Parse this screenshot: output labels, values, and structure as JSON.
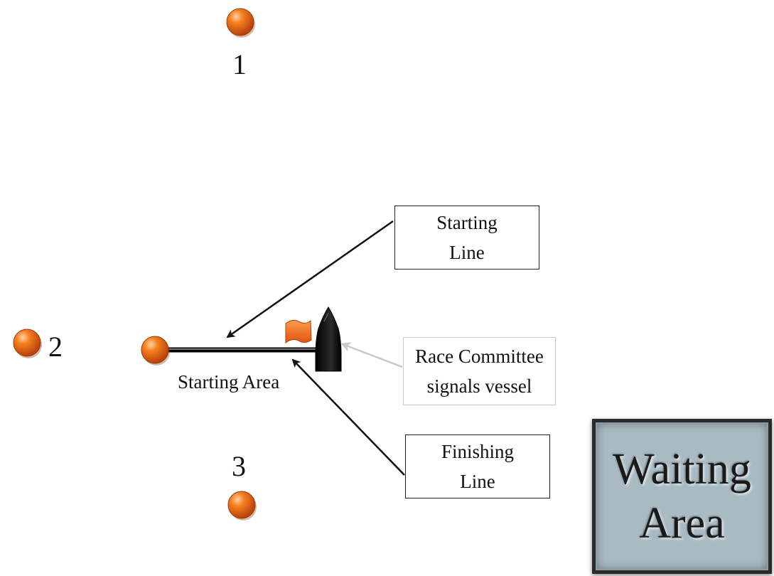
{
  "marks": {
    "mark1_label": "1",
    "mark2_label": "2",
    "mark3_label": "3"
  },
  "starting_area_label": "Starting Area",
  "callouts": {
    "starting_line": [
      "Starting",
      "Line"
    ],
    "committee_vessel": [
      "Race Committee",
      "signals vessel"
    ],
    "finishing_line": [
      "Finishing",
      "Line"
    ]
  },
  "waiting_area": [
    "Waiting",
    "Area"
  ],
  "colors": {
    "buoy": "#f26a1b",
    "flag": "#f26a1b",
    "vessel": "#111111",
    "waiting_area_fill": "#a9bac3",
    "arrow": "#111111",
    "soft_arrow": "#c9c9c9"
  },
  "icons": {
    "buoy": "orange-buoy-icon",
    "flag": "orange-flag-icon",
    "vessel": "committee-boat-icon"
  }
}
